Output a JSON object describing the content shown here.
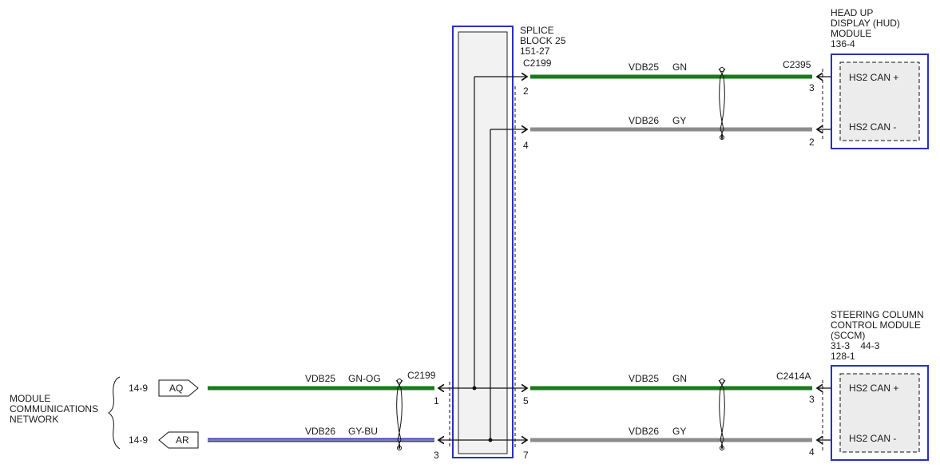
{
  "splice_block": {
    "lines": [
      "SPLICE",
      "BLOCK 25",
      "151-27"
    ],
    "connector": "C2199"
  },
  "hud_module": {
    "lines": [
      "HEAD UP",
      "DISPLAY (HUD)",
      "MODULE",
      "136-4"
    ],
    "connector": "C2395",
    "pins": [
      {
        "name": "HS2 CAN +",
        "number": "3"
      },
      {
        "name": "HS2 CAN -",
        "number": "2"
      }
    ]
  },
  "sccm_module": {
    "lines": [
      "STEERING COLUMN",
      "CONTROL MODULE",
      "(SCCM)",
      "31-3    44-3",
      "128-1"
    ],
    "connector": "C2414A",
    "pins": [
      {
        "name": "HS2 CAN +",
        "number": "3"
      },
      {
        "name": "HS2 CAN -",
        "number": "4"
      }
    ]
  },
  "network": {
    "lines": [
      "MODULE",
      "COMMUNICATIONS",
      "NETWORK"
    ],
    "refs": [
      {
        "page": "14-9",
        "tag": "AQ"
      },
      {
        "page": "14-9",
        "tag": "AR"
      }
    ],
    "connector": "C2199"
  },
  "wires": {
    "hud_pos": {
      "circuit": "VDB25",
      "color_code": "GN",
      "from_pin": "2",
      "to_pin": "3"
    },
    "hud_neg": {
      "circuit": "VDB26",
      "color_code": "GY",
      "from_pin": "4",
      "to_pin": "2"
    },
    "net_pos": {
      "circuit": "VDB25",
      "color_code": "GN-OG",
      "pin": "1"
    },
    "net_neg": {
      "circuit": "VDB26",
      "color_code": "GY-BU",
      "pin": "3"
    },
    "sccm_pos": {
      "circuit": "VDB25",
      "color_code": "GN",
      "from_pin": "5",
      "to_pin": "3"
    },
    "sccm_neg": {
      "circuit": "VDB26",
      "color_code": "GY",
      "from_pin": "7",
      "to_pin": "4"
    }
  },
  "colors": {
    "green": "#1b7a1b",
    "gray": "#8c8c8c",
    "blue_stripe": "#3b3fb0",
    "frame": "#2a2fc0"
  }
}
